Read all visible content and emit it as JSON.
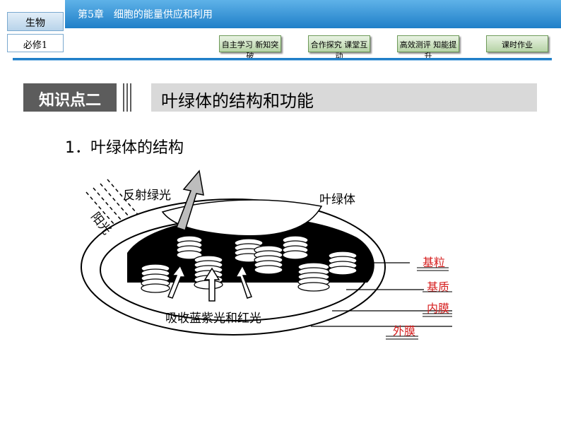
{
  "header": {
    "subject": "生物",
    "elective": "必修1",
    "chapter": "第5章　细胞的能量供应和利用",
    "nav": [
      {
        "label": "自主学习  新知突破"
      },
      {
        "label": "合作探究  课堂互动"
      },
      {
        "label": "高效测评  知能提升"
      },
      {
        "label": "课时作业"
      }
    ]
  },
  "knowledge_point": {
    "badge": "知识点二",
    "title": "叶绿体的结构和功能"
  },
  "section": {
    "heading": "1．叶绿体的结构"
  },
  "diagram": {
    "labels": {
      "reflected": "反射绿光",
      "chloroplast": "叶绿体",
      "sunlight": "阳光",
      "absorb": "吸收蓝紫光和红光"
    },
    "parts": [
      "基粒",
      "基质",
      "内膜",
      "外膜"
    ],
    "colors": {
      "part_label": "#d61f1f"
    }
  }
}
